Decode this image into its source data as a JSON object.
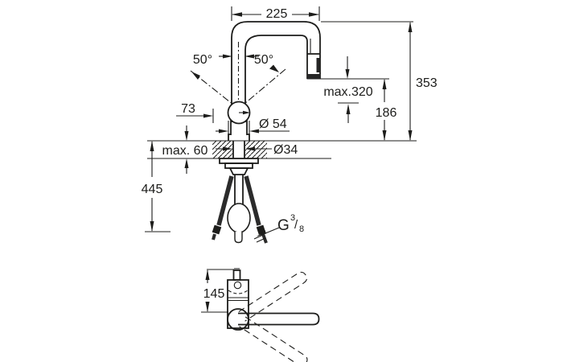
{
  "drawing": {
    "type": "faucet-dimension-drawing",
    "colors": {
      "line": "#1d1d1b",
      "dark_fill": "#262626",
      "background": "#ffffff"
    },
    "front": {
      "spout_reach": "225",
      "swivel_left": "50°",
      "swivel_right": "50°",
      "lever_projection": "73",
      "total_height": "353",
      "max_outlet_height": "max.320",
      "outlet_height": "186",
      "base_diameter": "Ø 54",
      "hole_diameter": "Ø34",
      "deck_thickness": "max. 60",
      "below_deck_height": "445",
      "thread": {
        "g": "G",
        "num": "3",
        "slash": "/",
        "den": "8"
      }
    },
    "top": {
      "lever_height": "145"
    }
  }
}
